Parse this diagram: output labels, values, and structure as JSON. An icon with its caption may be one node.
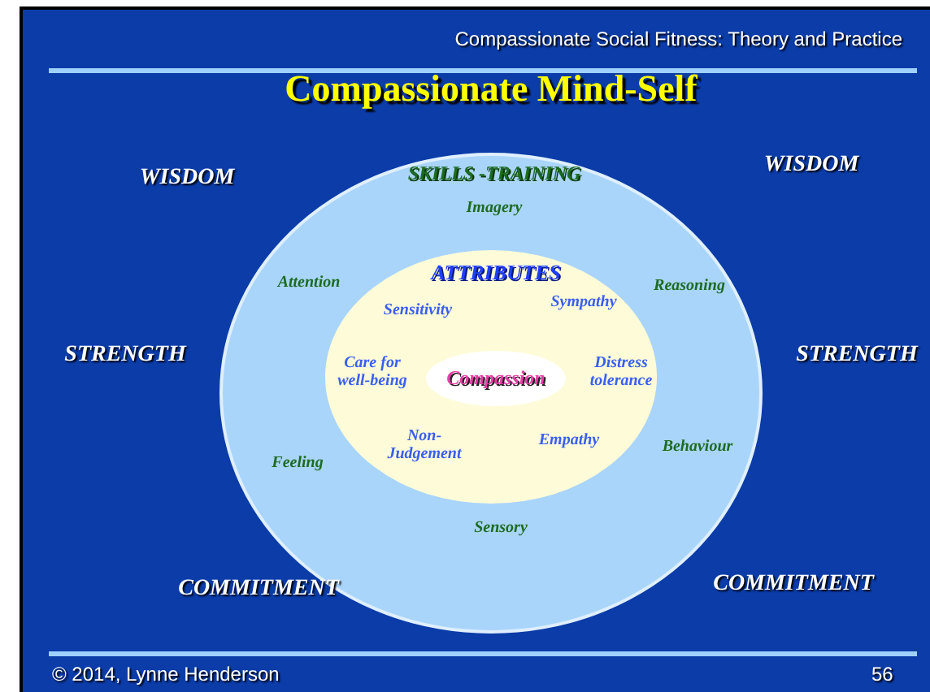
{
  "diagram": {
    "title": "Compassionate Mind-Self",
    "nodes": [
      {
        "text": [
          "SKILLS -TRAINING",
          "Imagery",
          "Attention",
          "Reasoning",
          "Feeling",
          "Behaviour",
          "Sensory"
        ]
      },
      {
        "text": [
          "ATTRIBUTES",
          "Sensitivity",
          "Sympathy",
          "Care for well-being",
          "Distress tolerance",
          "Non- Judgement",
          "Empathy"
        ],
        "in": 0
      },
      {
        "text": [
          "Compassion"
        ],
        "in": 1
      }
    ],
    "labels": [
      "Compassionate Social Fitness: Theory and Practice",
      "WISDOM",
      "WISDOM",
      "STRENGTH",
      "STRENGTH",
      "COMMITMENT",
      "COMMITMENT",
      "© 2014, Lynne Henderson",
      "56"
    ]
  }
}
